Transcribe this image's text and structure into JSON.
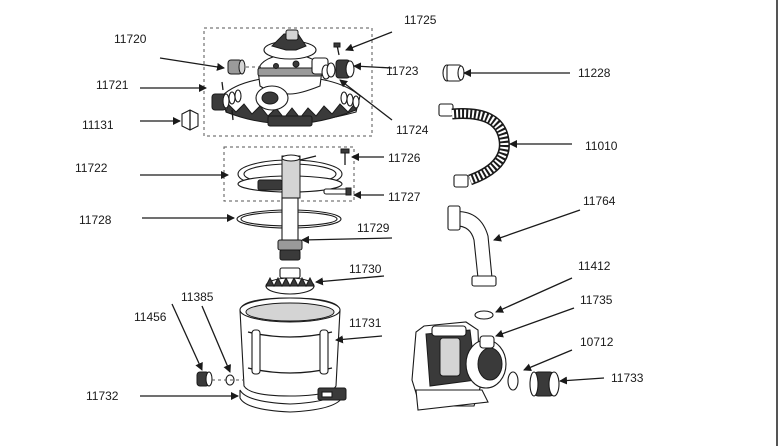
{
  "parts": {
    "p11720": "11720",
    "p11721": "11721",
    "p11131": "11131",
    "p11722": "11722",
    "p11728": "11728",
    "p11725": "11725",
    "p11723": "11723",
    "p11724": "11724",
    "p11228": "11228",
    "p11010": "11010",
    "p11726": "11726",
    "p11727": "11727",
    "p11729": "11729",
    "p11764": "11764",
    "p11730": "11730",
    "p11412": "11412",
    "p11385": "11385",
    "p11456": "11456",
    "p11731": "11731",
    "p11735": "11735",
    "p10712": "10712",
    "p11732": "11732",
    "p11733": "11733"
  }
}
